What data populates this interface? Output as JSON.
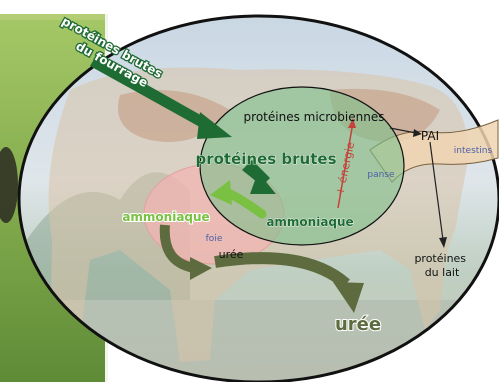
{
  "diagram": {
    "labels": {
      "forage_protein": [
        "protéines brutes",
        "du fourrage"
      ],
      "microbial_protein": "protéines microbiennes",
      "crude_protein": "protéines brutes",
      "energy": "+ énergie",
      "rumen": "panse",
      "pai": "PAI",
      "intestine": "intestins",
      "ammonia_liver": "ammoniaque",
      "liver": "foie",
      "ammonia_rumen": "ammoniaque",
      "urea_inner": "urée",
      "milk_protein": [
        "protéines",
        "du lait"
      ],
      "urea_outer": "urée"
    },
    "colors": {
      "dark_green": "#1f6b34",
      "light_green": "#7ac043",
      "olive": "#5e6b3f",
      "energy_red": "#c4423b",
      "rumen_blue": "#4c5fa8",
      "liver_pink": "#f1b4b2",
      "rumen_green": "#7fc08c",
      "intestine_tan": "#efd5b0",
      "frame": "#111111"
    }
  }
}
